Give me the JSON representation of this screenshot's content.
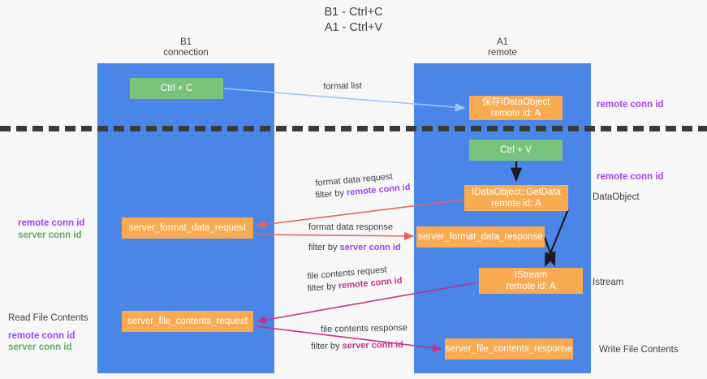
{
  "title": "B1 - Ctrl+C\nA1 - Ctrl+V",
  "columns": {
    "left": "B1\nconnection",
    "right": "A1\nremote"
  },
  "colors": {
    "lane": "#4a86e8",
    "node_orange": "#f9ab51",
    "node_green": "#79c47c",
    "remote_conn_id": "#a142f4",
    "server_conn_id": "#60ad5e",
    "arrow_format_list": "#9fc5f8",
    "arrow_format_data": "#e06666",
    "arrow_file_contents": "#c2348c",
    "arrow_internal": "#1a1a1a",
    "separator": "#3a3a3a"
  },
  "nodes": {
    "ctrl_c": "Ctrl + C",
    "data_object": "保存IDataObject\nremote id: A",
    "ctrl_v": "Ctrl + V",
    "get_data": "IDataObject::GetData\nremote id: A",
    "server_format_data_request": "server_format_data_request",
    "server_format_data_response": "server_format_data_response",
    "istream": "IStream\nremote id: A",
    "server_file_contents_request": "server_file_contents_request",
    "server_file_contents_response": "server_file_contents_response"
  },
  "side_labels": {
    "data_object": "DataObject",
    "istream": "Istream",
    "write_file_contents": "Write File Contents",
    "read_file_contents": "Read File Contents"
  },
  "conn_ids": {
    "remote": "remote conn id",
    "server": "server conn id"
  },
  "edge_labels": {
    "format_list": "format list",
    "format_data_request": "format data request",
    "format_data_request_filter_prefix": "filter by ",
    "format_data_response": "format data response",
    "format_data_response_filter_prefix": "filter by ",
    "file_contents_request": "file contents request",
    "file_contents_request_filter_prefix": "filter by ",
    "file_contents_response": "file contents response",
    "file_contents_response_filter_prefix": "filter by "
  }
}
